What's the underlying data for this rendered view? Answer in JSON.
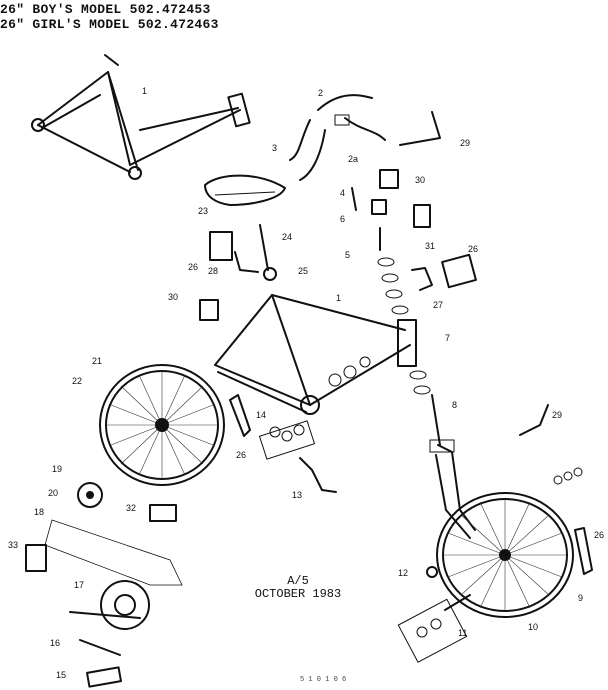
{
  "title_lines": [
    "26\" BOY'S MODEL  502.472453",
    "26\" GIRL'S MODEL 502.472463"
  ],
  "footer": {
    "code": "A/5",
    "date": "OCTOBER 1983",
    "serial": "5 1 0 1 0 6"
  },
  "part_labels": {
    "p1a": "1",
    "p1b": "1",
    "p2": "2",
    "p2a": "2a",
    "p3": "3",
    "p4": "4",
    "p5": "5",
    "p6": "6",
    "p7": "7",
    "p8": "8",
    "p9": "9",
    "p10": "10",
    "p11": "11",
    "p12": "12",
    "p13": "13",
    "p14": "14",
    "p15": "15",
    "p16": "16",
    "p17": "17",
    "p18": "18",
    "p19": "19",
    "p20": "20",
    "p21": "21",
    "p22": "22",
    "p23": "23",
    "p24": "24",
    "p25": "25",
    "p26a": "26",
    "p26b": "26",
    "p26c": "26",
    "p26d": "26",
    "p27": "27",
    "p28": "28",
    "p29a": "29",
    "p29b": "29",
    "p30a": "30",
    "p30b": "30",
    "p31": "31",
    "p32": "32",
    "p33": "33"
  }
}
